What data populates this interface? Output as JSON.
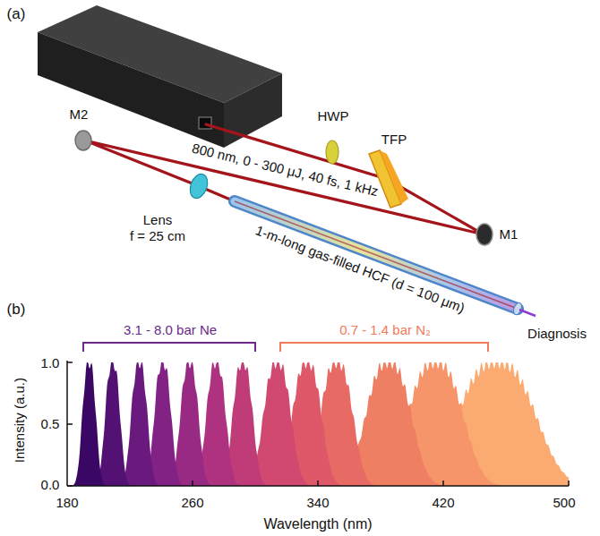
{
  "diagram": {
    "labels": [
      "(a)",
      "HWP",
      "TFP",
      "M2",
      "M1",
      "800 nm, 0 - 300 μJ, 40 fs, 1 kHz",
      "Lens",
      "f = 25 cm",
      "1-m-long gas-filled HCF (d = 100 μm)",
      "Diagnosis",
      "(b)",
      "3.1 - 8.0 bar Ne",
      "0.7 - 1.4 bar N₂",
      "Intensity (a.u.)",
      "1.0",
      "0.5",
      "0.0",
      "180",
      "260",
      "340",
      "420",
      "500",
      "Wavelength (nm)"
    ]
  }
}
